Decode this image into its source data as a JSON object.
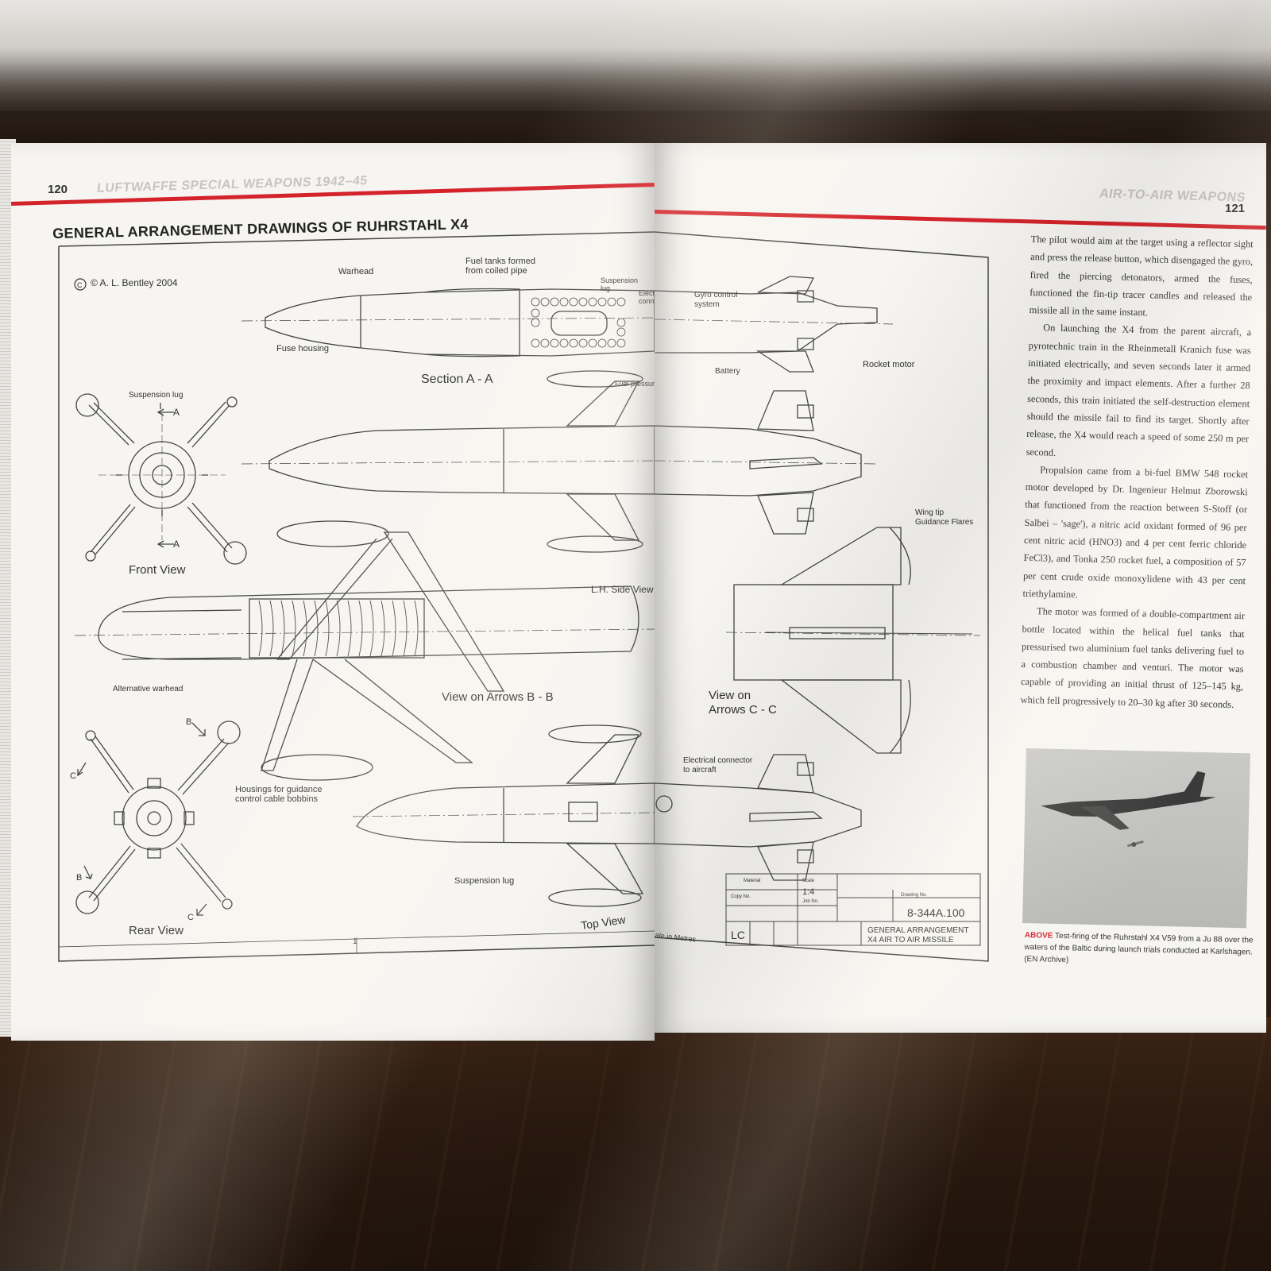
{
  "left_page": {
    "page_number": "120",
    "running_head": "LUFTWAFFE SPECIAL WEAPONS 1942–45",
    "drawing_title": "GENERAL ARRANGEMENT DRAWINGS OF RUHRSTAHL X4",
    "copyright": "© A. L. Bentley 2004",
    "labels": {
      "warhead": "Warhead",
      "fuel_tanks": "Fuel tanks formed",
      "fuel_tanks_2": "from coiled pipe",
      "suspension_lug_top": "Suspension",
      "suspension_lug_top_2": "lug",
      "electrical_plug": "Electrical plug",
      "electrical_plug_2": "connector",
      "fuse_housing": "Fuse housing",
      "section_aa": "Section A - A",
      "suspension_lug": "Suspension lug",
      "fuel_pressure": "Fuel pressurisation bottles",
      "arrow_a": "A",
      "front_view": "Front View",
      "lh_side_view": "L.H. Side View",
      "alternative_warhead": "Alternative warhead",
      "view_bb": "View on Arrows B - B",
      "arrow_b": "B",
      "arrow_c": "C",
      "housings": "Housings for guidance",
      "housings_2": "control cable bobbins",
      "suspension_lug_bottom": "Suspension lug",
      "rear_view": "Rear View",
      "top_view": "Top View",
      "scale_mark": "1"
    }
  },
  "right_page": {
    "page_number": "121",
    "running_head": "AIR-TO-AIR WEAPONS",
    "labels": {
      "gyro": "Gyro control",
      "gyro_2": "system",
      "battery": "Battery",
      "rocket_motor": "Rocket motor",
      "wing_tip": "Wing tip",
      "wing_tip_2": "Guidance Flares",
      "view_cc": "View on",
      "view_cc_2": "Arrows C - C",
      "electrical_connector": "Electrical connector",
      "electrical_connector_2": "to aircraft",
      "scale": "Scale in Metres"
    },
    "title_block": {
      "material": "Material",
      "scale_label": "Scale",
      "scale": "1:4",
      "copy_no": "Copy No.",
      "job_no": "Job No.",
      "drawing_no_label": "Drawing No.",
      "drawing_no": "8-344A.100",
      "drawn_by": "LC",
      "title_1": "GENERAL ARRANGEMENT",
      "title_2": "X4 AIR TO AIR MISSILE"
    },
    "paragraphs": [
      "The pilot would aim at the target using a reflector sight and press the release button, which disengaged the gyro, fired the piercing detonators, armed the fuses, functioned the fin-tip tracer candles and released the missile all in the same instant.",
      "On launching the X4 from the parent aircraft, a pyrotechnic train in the Rheinmetall Kranich fuse was initiated electrically, and seven seconds later it armed the proximity and impact elements. After a further 28 seconds, this train initiated the self-destruction element should the missile fail to find its target. Shortly after release, the X4 would reach a speed of some 250 m per second.",
      "Propulsion came from a bi-fuel BMW 548 rocket motor developed by Dr. Ingenieur Helmut Zborowski that functioned from the reaction between S-Stoff (or Salbei – 'sage'), a nitric acid oxidant formed of 96 per cent nitric acid (HNO3) and 4 per cent ferric chloride FeCl3), and Tonka 250 rocket fuel, a composition of 57 per cent crude oxide monoxylidene with 43 per cent triethylamine.",
      "The motor was formed of a double-compartment air bottle located within the helical fuel tanks that pressurised two aluminium fuel tanks delivering fuel to a combustion chamber and venturi. The motor was capable of providing an initial thrust of 125–145 kg, which fell progressively to 20–30 kg after 30 seconds."
    ],
    "caption_lead": "ABOVE",
    "caption": "Test-firing of the Ruhrstahl X4 V59 from a Ju 88 over the waters of the Baltic during launch trials conducted at Karlshagen. (EN Archive)"
  },
  "colors": {
    "accent_red": "#d4232b",
    "paper": "#f6f5f2",
    "ink": "#333333"
  },
  "icons": [
    "copyright-icon",
    "aircraft-silhouette"
  ]
}
